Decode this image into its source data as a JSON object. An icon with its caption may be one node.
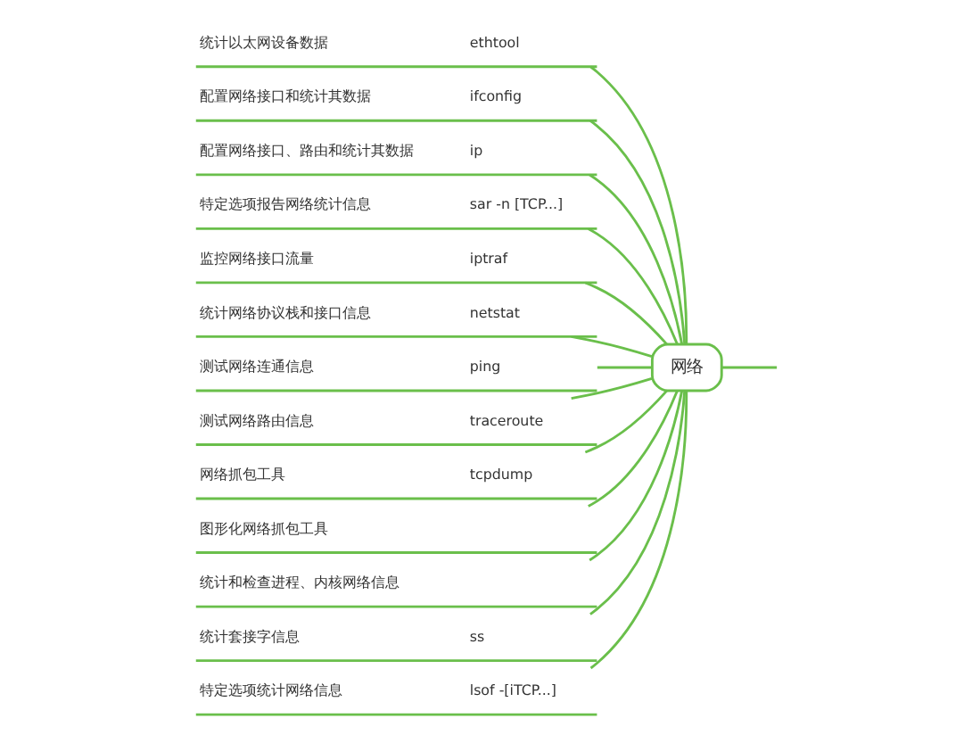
{
  "diagram": {
    "nodes": [
      {
        "text": [
          "网络"
        ]
      },
      {
        "text": [
          "统计以太网设备数据",
          "ethtool"
        ]
      },
      {
        "text": [
          "配置网络接口和统计其数据",
          "ifconfig"
        ]
      },
      {
        "text": [
          "配置网络接口、路由和统计其数据",
          "ip"
        ]
      },
      {
        "text": [
          "特定选项报告网络统计信息",
          "sar -n [TCP...]"
        ]
      },
      {
        "text": [
          "监控网络接口流量",
          "iptraf"
        ]
      },
      {
        "text": [
          "统计网络协议栈和接口信息",
          "netstat"
        ]
      },
      {
        "text": [
          "测试网络连通信息",
          "ping"
        ]
      },
      {
        "text": [
          "测试网络路由信息",
          "traceroute"
        ]
      },
      {
        "text": [
          "网络抓包工具",
          "tcpdump"
        ]
      },
      {
        "text": [
          "图形化网络抓包工具"
        ]
      },
      {
        "text": [
          "统计和检查进程、内核网络信息"
        ]
      },
      {
        "text": [
          "统计套接字信息",
          "ss"
        ]
      },
      {
        "text": [
          "特定选项统计网络信息",
          "lsof -[iTCP...]"
        ]
      }
    ],
    "edges": [
      {
        "from": 0,
        "to": 1,
        "arrow": "none"
      },
      {
        "from": 0,
        "to": 2,
        "arrow": "none"
      },
      {
        "from": 0,
        "to": 3,
        "arrow": "none"
      },
      {
        "from": 0,
        "to": 4,
        "arrow": "none"
      },
      {
        "from": 0,
        "to": 5,
        "arrow": "none"
      },
      {
        "from": 0,
        "to": 6,
        "arrow": "none"
      },
      {
        "from": 0,
        "to": 7,
        "arrow": "none"
      },
      {
        "from": 0,
        "to": 8,
        "arrow": "none"
      },
      {
        "from": 0,
        "to": 9,
        "arrow": "none"
      },
      {
        "from": 0,
        "to": 10,
        "arrow": "none"
      },
      {
        "from": 0,
        "to": 11,
        "arrow": "none"
      },
      {
        "from": 0,
        "to": 12,
        "arrow": "none"
      },
      {
        "from": 0,
        "to": 13,
        "arrow": "none"
      },
      {
        "from": 0,
        "to": null,
        "arrow": "none"
      }
    ]
  }
}
